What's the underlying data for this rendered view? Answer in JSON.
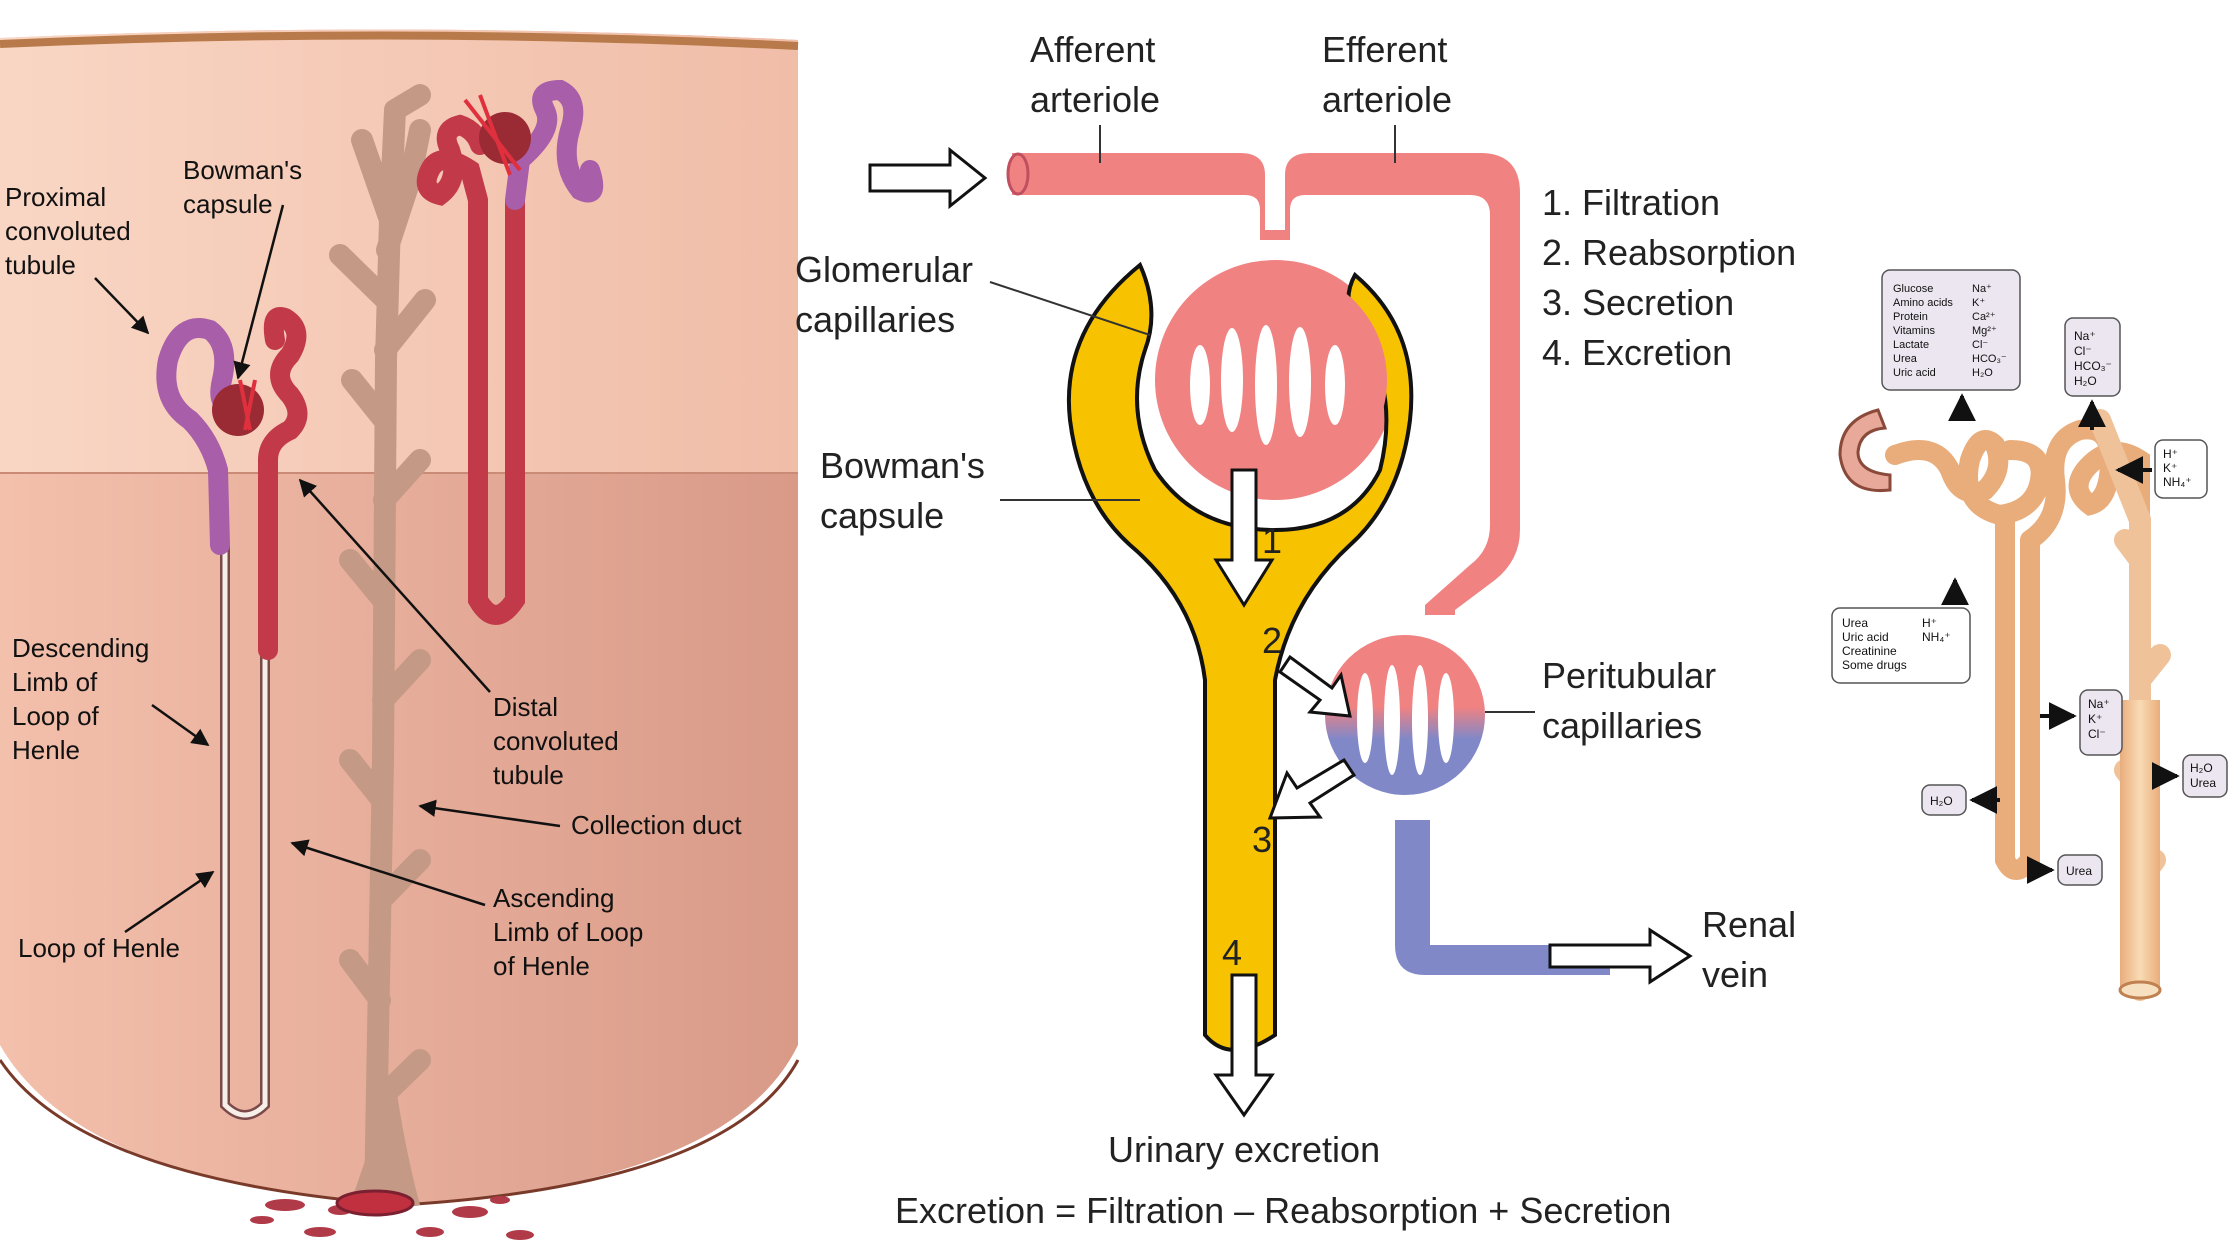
{
  "panel1": {
    "labels": {
      "proximal": [
        "Proximal",
        "convoluted",
        "tubule"
      ],
      "bowman": [
        "Bowman's",
        "capsule"
      ],
      "descending": [
        "Descending",
        "Limb of",
        "Loop of",
        "Henle"
      ],
      "loop": "Loop of Henle",
      "distal": [
        "Distal",
        "convoluted",
        "tubule"
      ],
      "collection": "Collection duct",
      "ascending": [
        "Ascending",
        "Limb of Loop",
        "of Henle"
      ]
    }
  },
  "panel2": {
    "labels": {
      "afferent": [
        "Afferent",
        "arteriole"
      ],
      "efferent": [
        "Efferent",
        "arteriole"
      ],
      "glomerular": [
        "Glomerular",
        "capillaries"
      ],
      "bowman": [
        "Bowman's",
        "capsule"
      ],
      "peritubular": [
        "Peritubular",
        "capillaries"
      ],
      "renal_vein": [
        "Renal",
        "vein"
      ],
      "urinary": "Urinary excretion",
      "equation": "Excretion = Filtration – Reabsorption + Secretion"
    },
    "steps": [
      "1. Filtration",
      "2. Reabsorption",
      "3. Secretion",
      "4. Excretion"
    ],
    "step_numbers": [
      "1",
      "2",
      "3",
      "4"
    ]
  },
  "panel3": {
    "box_filtered": {
      "left": [
        "Glucose",
        "Amino acids",
        "Protein",
        "Vitamins",
        "Lactate",
        "Urea",
        "Uric acid"
      ],
      "right": [
        "Na⁺",
        "K⁺",
        "Ca²⁺",
        "Mg²⁺",
        "Cl⁻",
        "HCO₃⁻",
        "H₂O"
      ]
    },
    "box_distal": [
      "Na⁺",
      "Cl⁻",
      "HCO₃⁻",
      "H₂O"
    ],
    "box_secreted_ions": [
      "H⁺",
      "K⁺",
      "NH₄⁺"
    ],
    "box_secreted": {
      "left": [
        "Urea",
        "Uric acid",
        "Creatinine",
        "Some drugs"
      ],
      "right": [
        "H⁺",
        "NH₄⁺"
      ]
    },
    "box_ascending": [
      "Na⁺",
      "K⁺",
      "Cl⁻"
    ],
    "box_collecting": [
      "H₂O",
      "Urea"
    ],
    "box_descending": "H₂O",
    "box_loop": "Urea"
  },
  "colors": {
    "tissue_light": "#f6cdb8",
    "tissue_dark": "#dea08e",
    "artery_red": "#c23a4a",
    "tubule_purple": "#a85ea8",
    "duct_tan": "#c49a86",
    "blood_pink": "#f08282",
    "vein_blue": "#8088c8",
    "capsule_yellow": "#f7c300",
    "tubule_beige": "#f6d2a2",
    "box_lilac": "#ece6f0"
  }
}
